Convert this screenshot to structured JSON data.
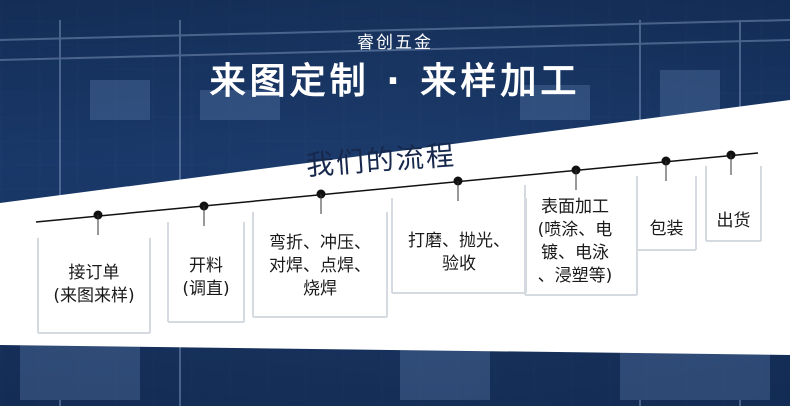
{
  "brand": "睿创五金",
  "headline": "来图定制 · 来样加工",
  "process_title": "我们的流程",
  "steps": [
    {
      "label": "接订单\n(来图来样)"
    },
    {
      "label": "开料\n(调直)"
    },
    {
      "label": "弯折、冲压、\n对焊、点焊、\n烧焊"
    },
    {
      "label": "打磨、抛光、\n验收"
    },
    {
      "label": "表面加工\n(喷涂、电\n镀、电泳\n、浸塑等)"
    },
    {
      "label": "包装"
    },
    {
      "label": "出货"
    }
  ],
  "colors": {
    "background": "#1d3b6a",
    "panel": "#ffffff",
    "title": "#17284d",
    "line": "#111111"
  }
}
